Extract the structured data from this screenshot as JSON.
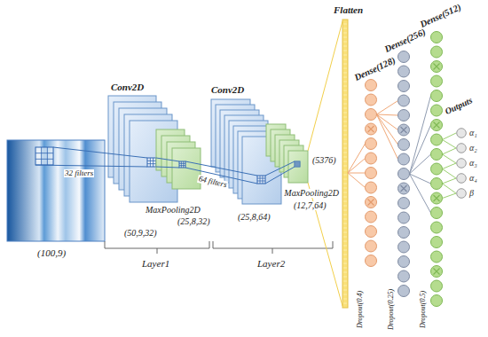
{
  "diagram": {
    "nodes": [
      {
        "text": [
          "α₁"
        ]
      },
      {
        "text": [
          "α₂"
        ]
      },
      {
        "text": [
          "α₃"
        ]
      },
      {
        "text": [
          "α₄"
        ]
      },
      {
        "text": [
          "β"
        ]
      }
    ],
    "labels": [
      "(100,9)",
      "Conv2D",
      "32 filters",
      "(50,9,32)",
      "MaxPooling2D",
      "(25,8,32)",
      "Layer1",
      "Conv2D",
      "64 filters",
      "(25,8,64)",
      "MaxPooling2D",
      "(12,7,64)",
      "Layer2",
      "Flatten",
      "(5376)",
      "Dense(128)",
      "Dense(256)",
      "Dense(512)",
      "Outputs",
      "Dropout(0.4)",
      "Dropout(0.25)",
      "Dropout(0.5)"
    ]
  }
}
